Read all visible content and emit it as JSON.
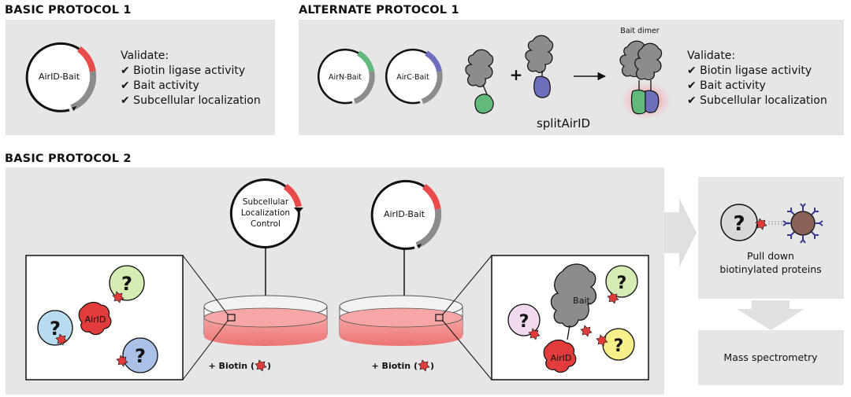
{
  "headers": {
    "basic1": "BASIC PROTOCOL 1",
    "alt1": "ALTERNATE PROTOCOL 1",
    "basic2": "BASIC PROTOCOL 2"
  },
  "basic1": {
    "plasmid": "AirID-Bait",
    "validate_title": "Validate:",
    "checks": [
      "✔ Biotin ligase activity",
      "✔ Bait activity",
      "✔ Subcellular localization"
    ]
  },
  "alt1": {
    "plasmid_n": "AirN-Bait",
    "plasmid_c": "AirC-Bait",
    "plus": "+",
    "dimer_label": "Bait dimer",
    "split_label": "splitAirID",
    "validate_title": "Validate:",
    "checks": [
      "✔ Biotin ligase activity",
      "✔ Bait activity",
      "✔ Subcellular localization"
    ]
  },
  "basic2": {
    "control_plasmid": [
      "Subcellular",
      "Localization",
      "Control"
    ],
    "bait_plasmid": "AirID-Bait",
    "airid_label": "AirID",
    "bait_label": "Bait",
    "unknown": "?",
    "biotin_left": "+ Biotin (",
    "biotin_right": ")",
    "pulldown": [
      "Pull down",
      "biotinylated proteins"
    ],
    "mass_spec": "Mass spectrometry"
  },
  "colors": {
    "panel": "#e6e6e6",
    "red_tag": "#e94b4b",
    "green_tag": "#62b97c",
    "blue_tag": "#6d6fbd",
    "protein_gray": "#8c8c8c",
    "airid_red": "#e23b3b",
    "dish_pink": "#f08080",
    "q_green": "#d5ecb4",
    "q_blue": "#b8dcef",
    "q_blue2": "#a9c1e6",
    "q_pink": "#f1d9ee",
    "q_yellow": "#f7f08a"
  }
}
